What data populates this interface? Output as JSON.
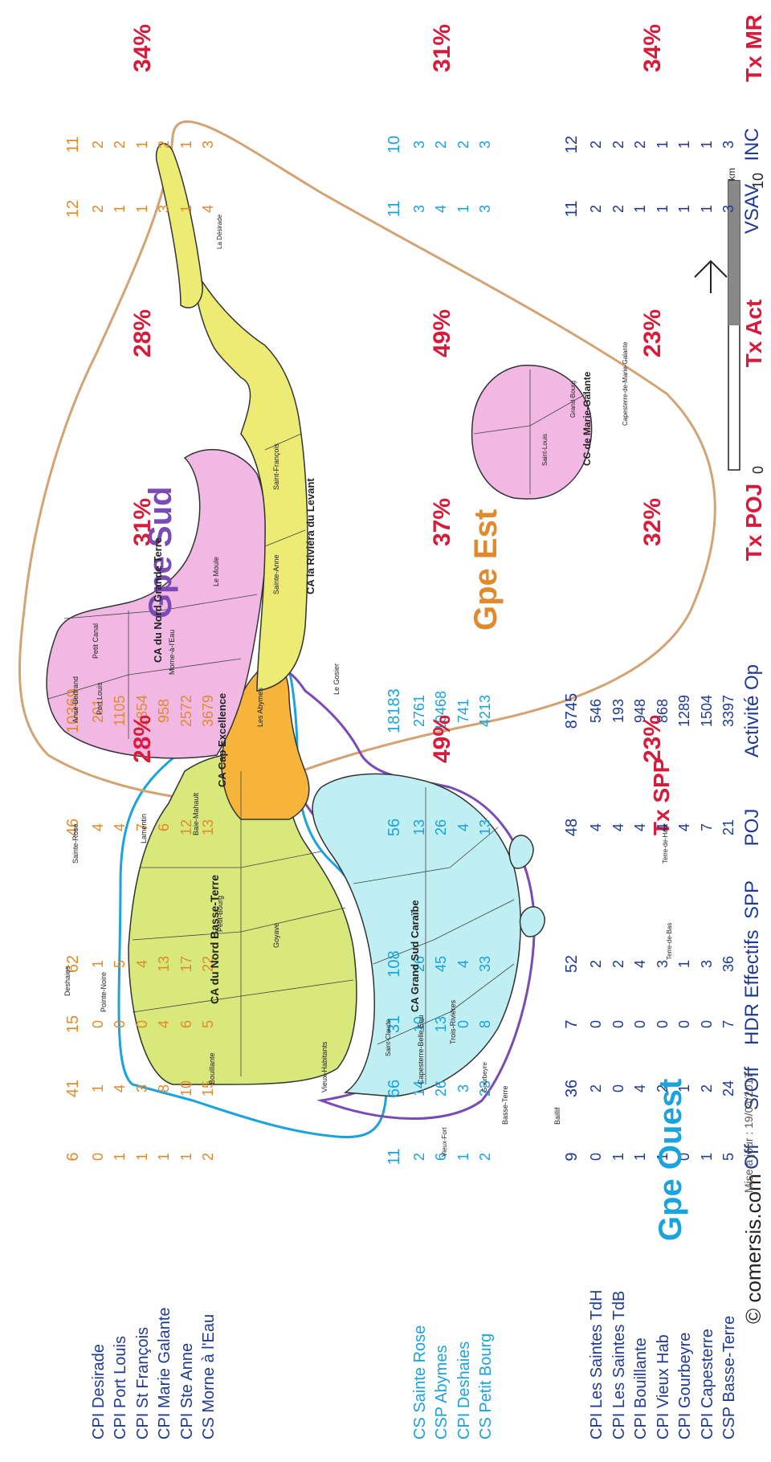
{
  "colors": {
    "navy": "#1f3a93",
    "cyan": "#1aa3dc",
    "orange": "#e08a2c",
    "red": "#d81b3a",
    "purple": "#7a4bb5",
    "tan": "#d4a373",
    "pink": "#f2b8e4",
    "yellow": "#ecec74",
    "lime": "#d8e87a",
    "lightcyan": "#bfeef3",
    "amber": "#f6b53a"
  },
  "headers": {
    "off": "Off",
    "soff": "S/Off",
    "hdr": "HDR",
    "effectifs": "Effectifs",
    "spp": "SPP",
    "poj": "POJ",
    "activite": "Activité Op",
    "vsav": "VSAV",
    "inc": "INC",
    "txspp": "Tx SPP",
    "txpoj": "Tx POJ",
    "txact": "Tx Act",
    "txmr": "Tx MR"
  },
  "groups": [
    {
      "name": "Gpe Ouest",
      "rows": [
        {
          "name": "CSP Basse-Terre",
          "off": "5",
          "soff": "24",
          "hdr": "7",
          "eff": "36",
          "spp": "",
          "poj": "21",
          "act": "3397",
          "vsav": "3",
          "inc": "3"
        },
        {
          "name": "CPI Capesterre",
          "off": "1",
          "soff": "2",
          "hdr": "0",
          "eff": "3",
          "spp": "",
          "poj": "7",
          "act": "1504",
          "vsav": "1",
          "inc": "1"
        },
        {
          "name": "CPI Gourbeyre",
          "off": "0",
          "soff": "1",
          "hdr": "0",
          "eff": "1",
          "spp": "",
          "poj": "4",
          "act": "1289",
          "vsav": "1",
          "inc": "1"
        },
        {
          "name": "CPI Vieux Hab",
          "off": "1",
          "soff": "2",
          "hdr": "0",
          "eff": "3",
          "spp": "",
          "poj": "4",
          "act": "868",
          "vsav": "1",
          "inc": "1"
        },
        {
          "name": "CPI Bouillante",
          "off": "1",
          "soff": "4",
          "hdr": "0",
          "eff": "4",
          "spp": "",
          "poj": "4",
          "act": "948",
          "vsav": "1",
          "inc": "2"
        },
        {
          "name": "CPI Les Saintes TdB",
          "off": "1",
          "soff": "0",
          "hdr": "0",
          "eff": "2",
          "spp": "",
          "poj": "4",
          "act": "193",
          "vsav": "2",
          "inc": "2"
        },
        {
          "name": "CPI Les Saintes TdH",
          "off": "0",
          "soff": "2",
          "hdr": "0",
          "eff": "2",
          "spp": "",
          "poj": "4",
          "act": "546",
          "vsav": "2",
          "inc": "2"
        }
      ],
      "total": {
        "off": "9",
        "soff": "36",
        "hdr": "7",
        "eff": "52",
        "poj": "48",
        "act": "8745",
        "vsav": "11",
        "inc": "12"
      },
      "txspp": "23%",
      "txpoj": "32%",
      "txact": "23%",
      "txmr": "34%"
    },
    {
      "name": "Gpe Est",
      "rows": [
        {
          "name": "CS Petit Bourg",
          "off": "2",
          "soff": "23",
          "hdr": "8",
          "eff": "33",
          "poj": "13",
          "act": "4213",
          "vsav": "3",
          "inc": "3"
        },
        {
          "name": "CPI Deshaies",
          "off": "1",
          "soff": "3",
          "hdr": "0",
          "eff": "4",
          "poj": "4",
          "act": "741",
          "vsav": "1",
          "inc": "2"
        },
        {
          "name": "CSP Abymes",
          "off": "6",
          "soff": "26",
          "hdr": "13",
          "eff": "45",
          "poj": "26",
          "act": "10468",
          "vsav": "4",
          "inc": "2"
        },
        {
          "name": "CS Sainte Rose",
          "off": "2",
          "soff": "14",
          "hdr": "10",
          "eff": "26",
          "poj": "13",
          "act": "2761",
          "vsav": "3",
          "inc": "3"
        }
      ],
      "total": {
        "off": "11",
        "soff": "66",
        "hdr": "31",
        "eff": "108",
        "poj": "56",
        "act": "18183",
        "vsav": "11",
        "inc": "10"
      },
      "txspp": "49%",
      "txpoj": "37%",
      "txact": "49%",
      "txmr": "31%"
    },
    {
      "name": "Gpe Sud",
      "rows": [
        {
          "name": "CS Morne à l'Eau",
          "off": "2",
          "soff": "15",
          "hdr": "5",
          "eff": "22",
          "poj": "13",
          "act": "3679",
          "vsav": "4",
          "inc": "3"
        },
        {
          "name": "CPI Ste Anne",
          "off": "1",
          "soff": "10",
          "hdr": "6",
          "eff": "17",
          "poj": "12",
          "act": "2572",
          "vsav": "1",
          "inc": "1"
        },
        {
          "name": "CPI Marie Galante",
          "off": "1",
          "soff": "8",
          "hdr": "4",
          "eff": "13",
          "poj": "6",
          "act": "958",
          "vsav": "3",
          "inc": "2"
        },
        {
          "name": "CPI St François",
          "off": "1",
          "soff": "3",
          "hdr": "0",
          "eff": "4",
          "poj": "7",
          "act": "1854",
          "vsav": "1",
          "inc": "1"
        },
        {
          "name": "CPI Port Louis",
          "off": "1",
          "soff": "4",
          "hdr": "0",
          "eff": "5",
          "poj": "4",
          "act": "1105",
          "vsav": "1",
          "inc": "2"
        },
        {
          "name": "CPI Desirade",
          "off": "0",
          "soff": "1",
          "hdr": "0",
          "eff": "1",
          "poj": "4",
          "act": "201",
          "vsav": "2",
          "inc": "2"
        }
      ],
      "total": {
        "off": "6",
        "soff": "41",
        "hdr": "15",
        "eff": "62",
        "poj": "46",
        "act": "10369",
        "vsav": "12",
        "inc": "11"
      },
      "txspp": "28%",
      "txpoj": "31%",
      "txact": "28%",
      "txmr": "34%"
    }
  ],
  "map": {
    "ca_nord_basse_terre": "CA du Nord Basse-Terre",
    "ca_cap_excellence": "CA Cap Excellence",
    "ca_grand_sud_caraibe": "CA Grand Sud Caraïbe",
    "ca_nord_grande_terre": "CA du Nord Grande Terre",
    "ca_riviera": "CA la Riviéra du Levant",
    "cc_marie_galante": "CC de Marie-Galante",
    "anse_bertrand": "Anse-Bertrand",
    "port_louis": "Port Louis",
    "petit_canal": "Petit Canal",
    "morne_a_leau": "Morne-à-l'Eau",
    "le_moule": "Le Moule",
    "les_abymes": "Les Abymes",
    "le_gosier": "Le Gosier",
    "sainte_anne": "Sainte-Anne",
    "saint_francois": "Saint-François",
    "la_desirade": "La Désirade",
    "saint_louis": "Saint-Louis",
    "grand_bourg": "Grand-Bourg",
    "capesterre_mg": "Capesterre-de-Marie-Galante",
    "deshaies": "Deshaies",
    "sainte_rose": "Sainte-Rose",
    "lamentin": "Lamentin",
    "petit_bourg": "Petit-Bourg",
    "goyave": "Goyave",
    "baie_mahault": "Baie-Mahault",
    "pointe_noire": "Pointe-Noire",
    "bouillante": "Bouillante",
    "vieux_habitants": "Vieux-Habitants",
    "capesterre_be": "Capesterre-Belle-Eau",
    "trois_rivieres": "Trois-Rivières",
    "basse_terre": "Basse-Terre",
    "baillif": "Baillif",
    "gourbeyre": "Gourbeyre",
    "saint_claude": "Saint-Claude",
    "vieux_fort": "Vieux-Fort",
    "terre_de_haut": "Terre-de-Haut",
    "terre_de_bas": "Terre-de-Bas",
    "scale_0": "0",
    "scale_10": "10",
    "scale_unit": "km"
  },
  "footer": {
    "copyright": "© comersis.com",
    "update": "Mise à jour : 19/04/2017"
  }
}
